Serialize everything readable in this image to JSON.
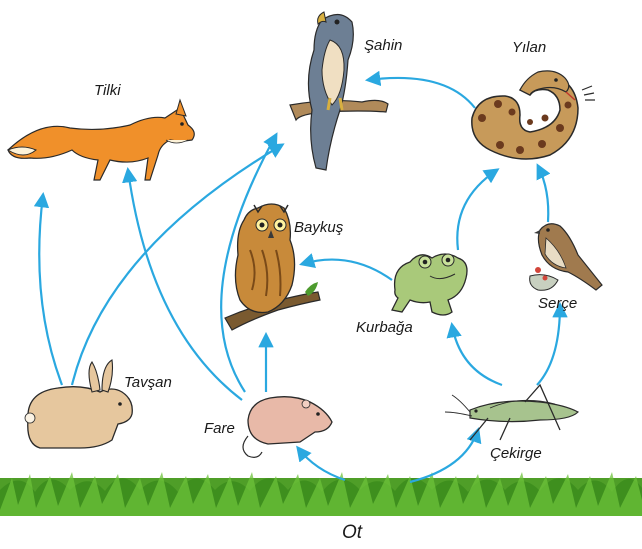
{
  "labels": {
    "sahin": "Şahin",
    "yilan": "Yılan",
    "tilki": "Tilki",
    "baykus": "Baykuş",
    "kurbaga": "Kurbağa",
    "serce": "Serçe",
    "tavsan": "Tavşan",
    "fare": "Fare",
    "cekirge": "Çekirge",
    "ot": "Ot"
  },
  "colors": {
    "arrow": "#2aa8e0",
    "grass": "#3e8f1e",
    "grass_light": "#6cc23a"
  },
  "icons": [
    "hawk-icon",
    "snake-icon",
    "fox-icon",
    "owl-icon",
    "frog-icon",
    "sparrow-icon",
    "rabbit-icon",
    "mouse-icon",
    "grasshopper-icon",
    "grass-icon"
  ]
}
